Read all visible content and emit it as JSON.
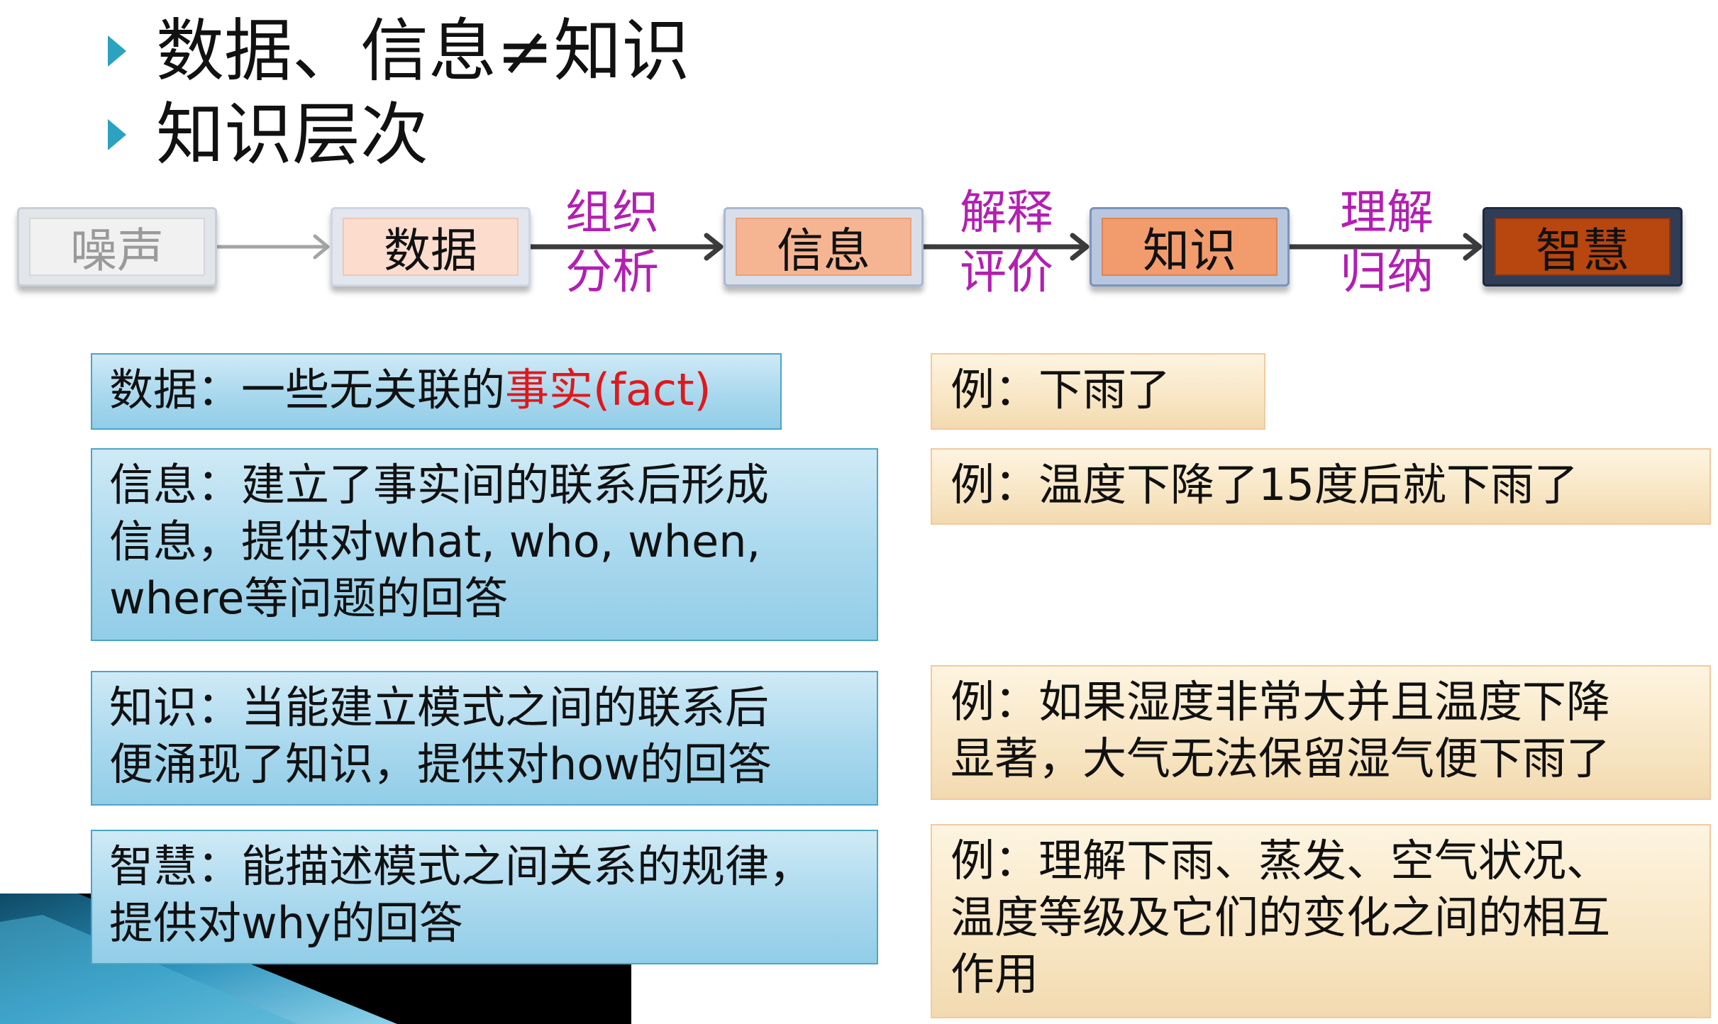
{
  "bullets": [
    "数据、信息≠知识",
    "知识层次"
  ],
  "flow": {
    "nodes": [
      "噪声",
      "数据",
      "信息",
      "知识",
      "智慧"
    ],
    "edge_labels": [
      {
        "top": "组织",
        "bottom": "分析"
      },
      {
        "top": "解释",
        "bottom": "评价"
      },
      {
        "top": "理解",
        "bottom": "归纳"
      }
    ]
  },
  "definitions": [
    {
      "lines": [
        "数据：一些无关联的"
      ],
      "highlight": "事实(fact)"
    },
    {
      "lines": [
        "信息：建立了事实间的联系后形成",
        "信息，提供对what, who, when,",
        "where等问题的回答"
      ]
    },
    {
      "lines": [
        "知识：当能建立模式之间的联系后",
        "便涌现了知识，提供对how的回答"
      ]
    },
    {
      "lines": [
        "智慧：能描述模式之间关系的规律，",
        "提供对why的回答"
      ]
    }
  ],
  "examples": [
    {
      "lines": [
        "例：下雨了"
      ]
    },
    {
      "lines": [
        "例：温度下降了15度后就下雨了"
      ]
    },
    {
      "lines": [
        "例：如果湿度非常大并且温度下降",
        "显著，大气无法保留湿气便下雨了"
      ]
    },
    {
      "lines": [
        "例：理解下雨、蒸发、空气状况、",
        "温度等级及它们的变化之间的相互",
        "作用"
      ]
    }
  ],
  "colors": {
    "bullet": "#2ba2bf",
    "edge_label": "#b21fb2",
    "highlight": "#e0181c",
    "def_border": "#4aa6c8",
    "ex_border": "#f3c9a0"
  }
}
